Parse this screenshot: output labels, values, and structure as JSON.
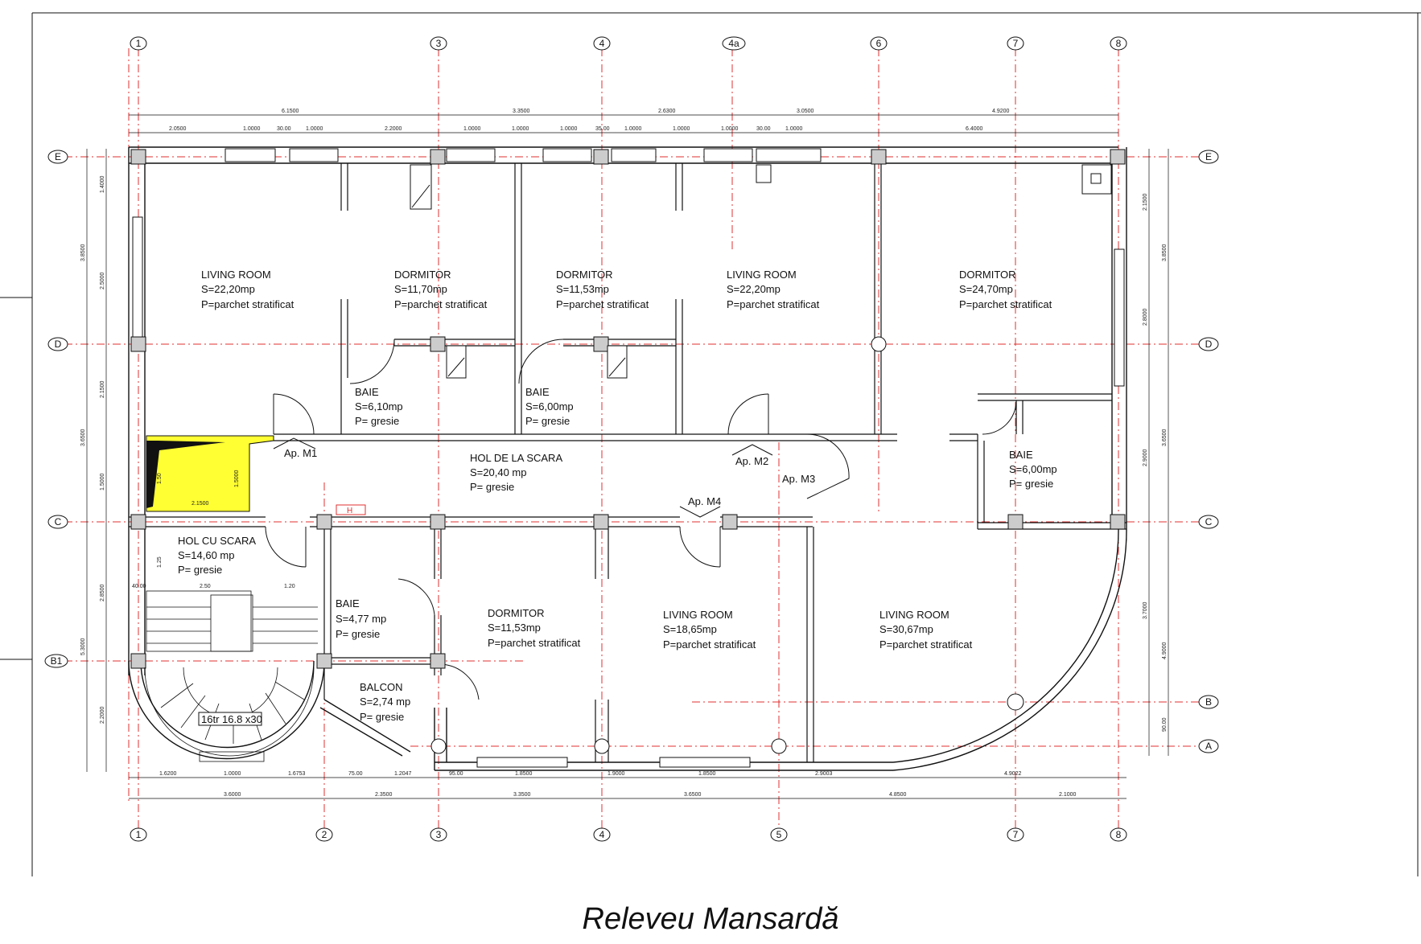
{
  "title": "Releveu Mansardă",
  "colors": {
    "axis": "#e03030",
    "wall": "#111111",
    "highlight": "#ffff33",
    "paper": "#ffffff"
  },
  "grid_top": [
    "1",
    "3",
    "4",
    "4a",
    "6",
    "7",
    "8"
  ],
  "grid_bottom": [
    "1",
    "2",
    "3",
    "4",
    "5",
    "7",
    "8"
  ],
  "grid_left": [
    "E",
    "D",
    "C",
    "B1"
  ],
  "grid_right": [
    "E",
    "D",
    "C",
    "B",
    "A"
  ],
  "rooms": [
    {
      "name": "LIVING ROOM",
      "area": "S=22,20mp",
      "floor": "P=parchet stratificat"
    },
    {
      "name": "DORMITOR",
      "area": "S=11,70mp",
      "floor": "P=parchet stratificat"
    },
    {
      "name": "DORMITOR",
      "area": "S=11,53mp",
      "floor": "P=parchet stratificat"
    },
    {
      "name": "LIVING ROOM",
      "area": "S=22,20mp",
      "floor": "P=parchet stratificat"
    },
    {
      "name": "DORMITOR",
      "area": "S=24,70mp",
      "floor": "P=parchet stratificat"
    },
    {
      "name": "BAIE",
      "area": "S=6,10mp",
      "floor": "P= gresie"
    },
    {
      "name": "BAIE",
      "area": "S=6,00mp",
      "floor": "P= gresie"
    },
    {
      "name": "HOL DE LA SCARA",
      "area": "S=20,40 mp",
      "floor": "P= gresie"
    },
    {
      "name": "BAIE",
      "area": "S=6,00mp",
      "floor": "P= gresie"
    },
    {
      "name": "HOL CU SCARA",
      "area": "S=14,60 mp",
      "floor": "P= gresie"
    },
    {
      "name": "BAIE",
      "area": "S=4,77 mp",
      "floor": "P= gresie"
    },
    {
      "name": "DORMITOR",
      "area": "S=11,53mp",
      "floor": "P=parchet stratificat"
    },
    {
      "name": "LIVING ROOM",
      "area": "S=18,65mp",
      "floor": "P=parchet stratificat"
    },
    {
      "name": "LIVING ROOM",
      "area": "S=30,67mp",
      "floor": "P=parchet stratificat"
    },
    {
      "name": "BALCON",
      "area": "S=2,74 mp",
      "floor": "P= gresie"
    }
  ],
  "apartments": [
    "Ap. M1",
    "Ap. M2",
    "Ap. M3",
    "Ap. M4"
  ],
  "stair_label": "16tr 16.8 x30",
  "hydrant_label": "H",
  "dims_top_overall": [
    "6.1500",
    "3.3500",
    "2.6300",
    "3.0500",
    "4.9200"
  ],
  "dims_top_detail": [
    "2.0500",
    "1.0000",
    "30.00",
    "1.0000",
    "2.2000",
    "1.0000",
    "1.0000",
    "1.0000",
    "35.00",
    "1.0000",
    "1.0000",
    "1.0000",
    "30.00",
    "1.0000",
    "6.4000"
  ],
  "dims_bottom_overall": [
    "3.6000",
    "2.3500",
    "3.3500",
    "3.6500",
    "4.8500",
    "2.1000"
  ],
  "dims_bottom_detail": [
    "1.6200",
    "1.0000",
    "1.6753",
    "75.00",
    "1.2047",
    "95.00",
    "1.8500",
    "1.9000",
    "1.8500",
    "2.9003",
    "4.9022"
  ],
  "dims_left": [
    "1.4000",
    "2.5000",
    "2.1500",
    "1.5000",
    "2.8500",
    "2.2000"
  ],
  "dims_left_overall": [
    "3.8500",
    "3.6500",
    "5.3000"
  ],
  "dims_right": [
    "2.1500",
    "2.8000",
    "2.9000",
    "3.7000",
    "4.9000"
  ],
  "dims_right_overall": [
    "3.8500",
    "3.6500",
    "90.00"
  ],
  "stair_dims": [
    "40.00",
    "2.50",
    "1.20",
    "1.25",
    "1.50",
    "2.1500",
    "1.5000"
  ]
}
